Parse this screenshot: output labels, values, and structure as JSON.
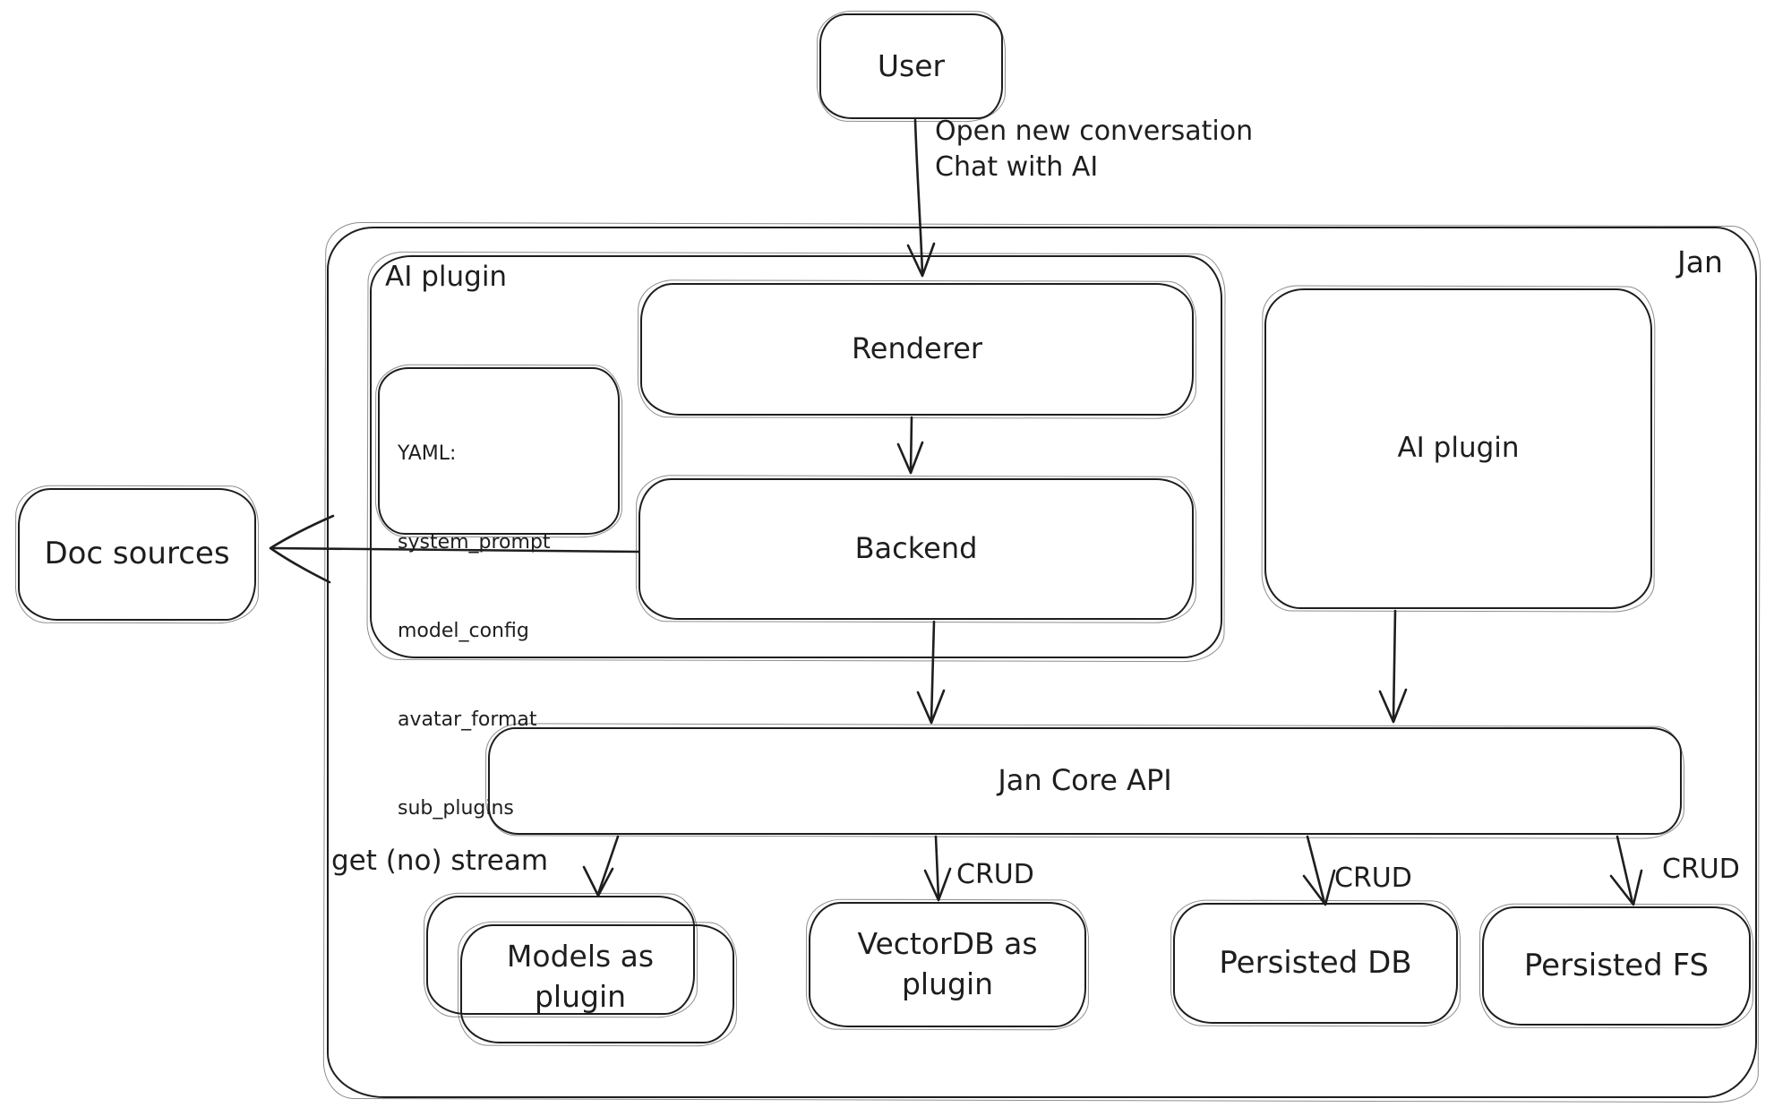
{
  "diagram": {
    "colors": {
      "stroke": "#1e1e1e",
      "background": "#ffffff"
    },
    "container_label": "Jan",
    "nodes": {
      "user": {
        "label": "User"
      },
      "ai_plugin_left": {
        "label": "AI plugin"
      },
      "renderer": {
        "label": "Renderer"
      },
      "backend": {
        "label": "Backend"
      },
      "yaml_note": {
        "lines": [
          "YAML:",
          "system_prompt",
          "model_config",
          "avatar_format",
          "sub_plugins"
        ]
      },
      "ai_plugin_right": {
        "label": "AI plugin"
      },
      "doc_sources": {
        "label": "Doc sources"
      },
      "jan_core_api": {
        "label": "Jan Core API"
      },
      "models": {
        "line1": "Models as",
        "line2": "plugin"
      },
      "vectordb": {
        "line1": "VectorDB as",
        "line2": "plugin"
      },
      "persisted_db": {
        "label": "Persisted DB"
      },
      "persisted_fs": {
        "label": "Persisted FS"
      }
    },
    "edges": {
      "user_to_renderer": {
        "label_line1": "Open new conversation",
        "label_line2": "Chat with AI"
      },
      "core_to_models": {
        "label": "get (no) stream"
      },
      "core_to_vectordb": {
        "label": "CRUD"
      },
      "core_to_persisted_db": {
        "label": "CRUD"
      },
      "core_to_persisted_fs": {
        "label": "CRUD"
      }
    }
  }
}
